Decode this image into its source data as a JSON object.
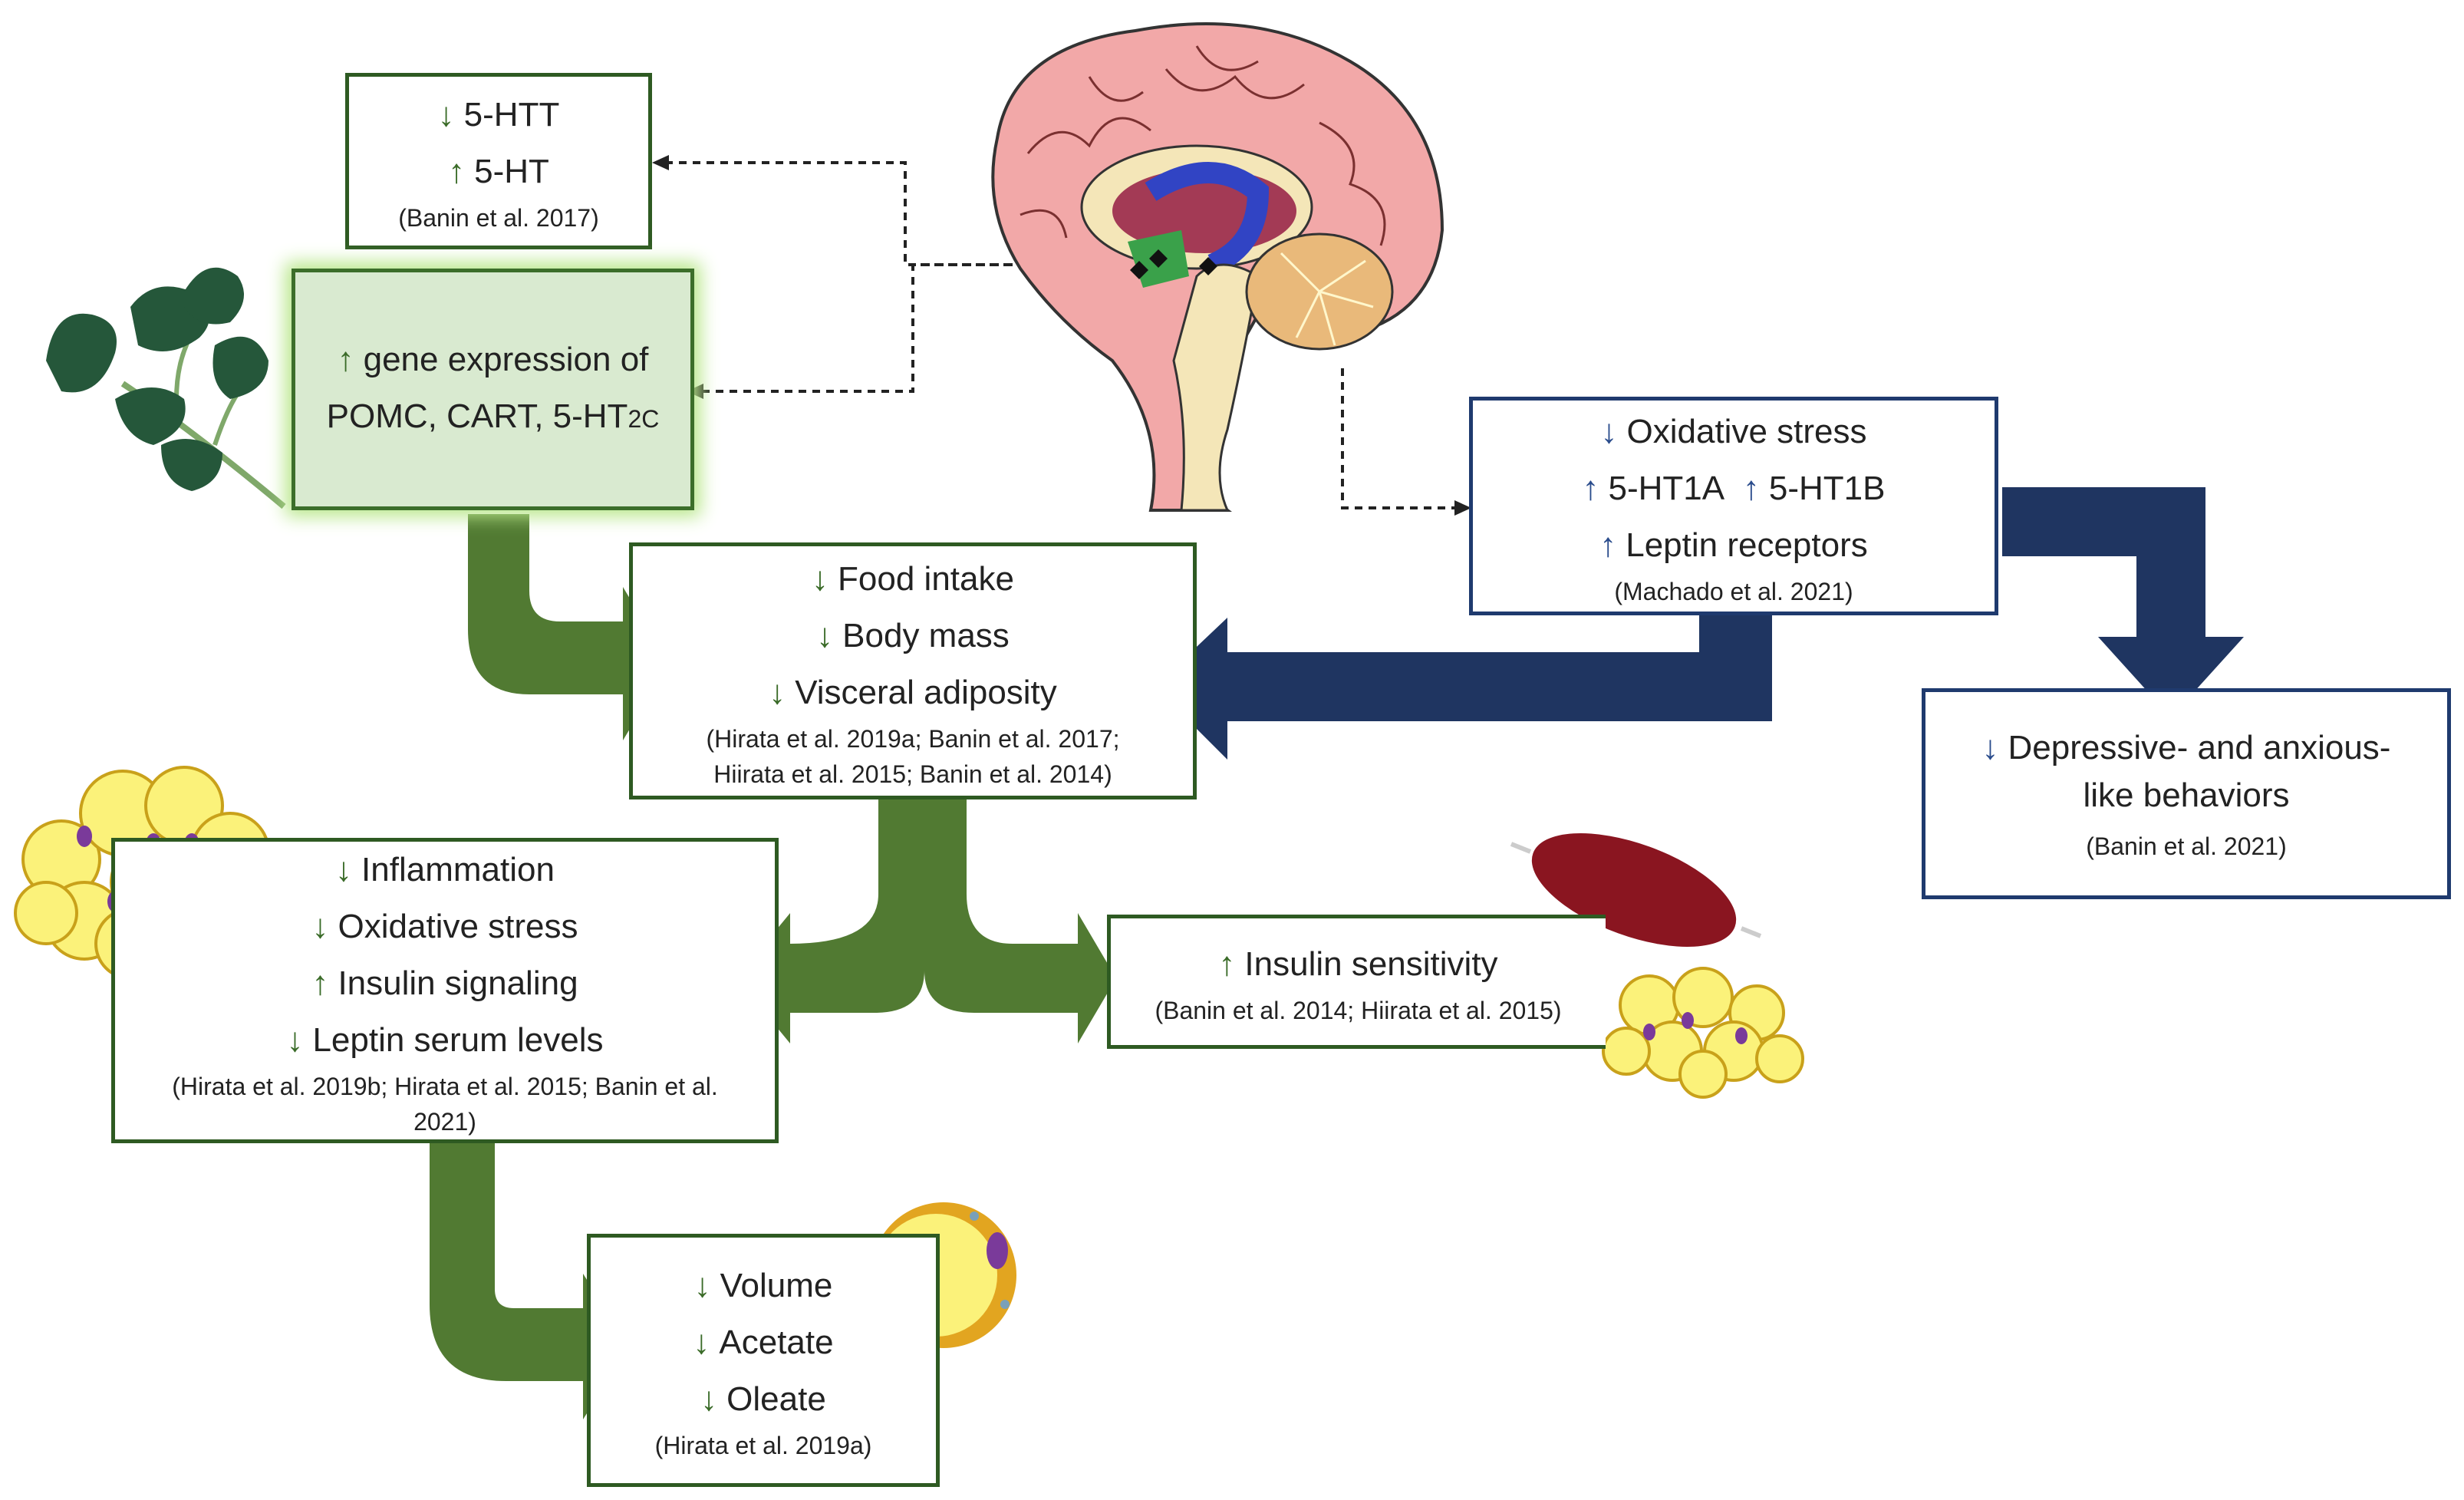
{
  "colors": {
    "green_arrow": "#517a32",
    "blue_arrow": "#1f3561",
    "green_border": "#2e5a22",
    "blue_border": "#1f3a6e",
    "glow": "#b9e78b"
  },
  "boxes": {
    "serotonin": {
      "lines": [
        {
          "arrow": "↓",
          "text": "5-HTT"
        },
        {
          "arrow": "↑",
          "text": "5-HT"
        }
      ],
      "ref": "(Banin et al. 2017)"
    },
    "gene": {
      "line1_arrow": "↑",
      "line1": "gene expression of",
      "line2": "POMC, CART, 5-HT",
      "line2_sub": "2C"
    },
    "receptors": {
      "l1_arrow": "↓",
      "l1": "Oxidative stress",
      "l2_arrow_a": "↑",
      "l2_a": "5-HT1A",
      "l2_arrow_b": "↑",
      "l2_b": "5-HT1B",
      "l3_arrow": "↑",
      "l3": "Leptin receptors",
      "ref": "(Machado et al. 2021)"
    },
    "food": {
      "lines": [
        {
          "arrow": "↓",
          "text": "Food intake"
        },
        {
          "arrow": "↓",
          "text": "Body mass"
        },
        {
          "arrow": "↓",
          "text": "Visceral adiposity"
        }
      ],
      "ref1": "(Hirata et al. 2019a; Banin et al. 2017;",
      "ref2": "Hiirata et al. 2015; Banin et al. 2014)"
    },
    "depressive": {
      "arrow": "↓",
      "line1": "Depressive- and anxious-",
      "line2": "like behaviors",
      "ref": "(Banin et al. 2021)"
    },
    "inflammation": {
      "lines": [
        {
          "arrow": "↓",
          "text": "Inflammation"
        },
        {
          "arrow": "↓",
          "text": "Oxidative stress"
        },
        {
          "arrow": "↑",
          "text": "Insulin signaling"
        },
        {
          "arrow": "↓",
          "text": "Leptin serum levels"
        }
      ],
      "ref1": "(Hirata et al. 2019b; Hirata et al. 2015; Banin et al.",
      "ref2": "2021)"
    },
    "insulin": {
      "arrow": "↑",
      "text": "Insulin sensitivity",
      "ref": "(Banin et al. 2014; Hiirata et al. 2015)"
    },
    "volume": {
      "lines": [
        {
          "arrow": "↓",
          "text": "Volume"
        },
        {
          "arrow": "↓",
          "text": "Acetate"
        },
        {
          "arrow": "↓",
          "text": "Oleate"
        }
      ],
      "ref": "(Hirata et al. 2019a)"
    }
  }
}
